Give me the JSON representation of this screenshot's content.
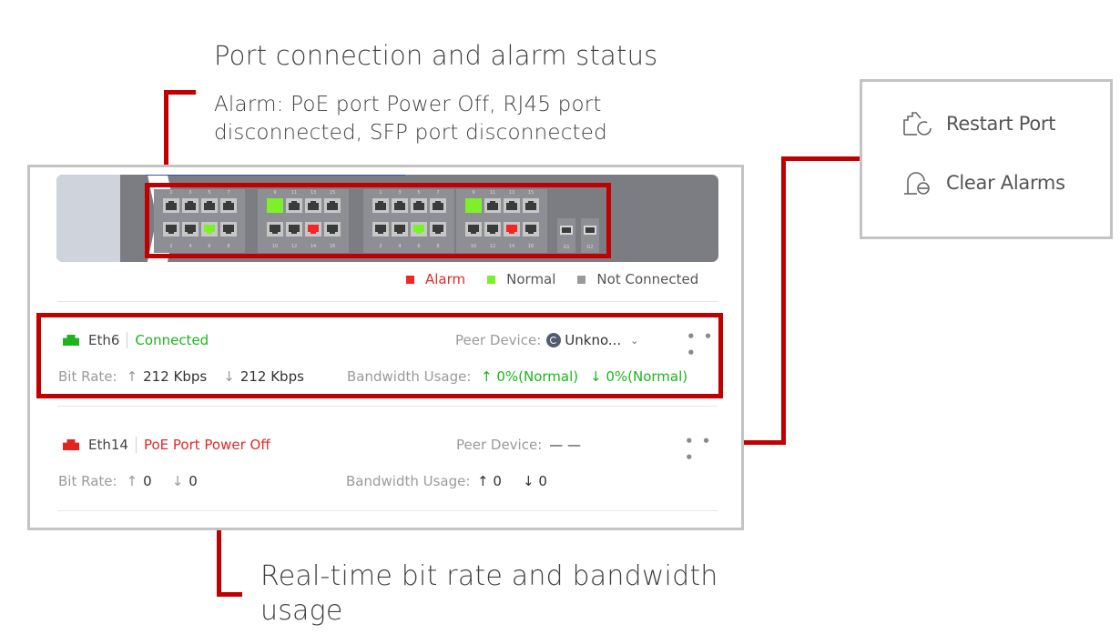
{
  "annotations": {
    "title": "Port connection and alarm status",
    "alarm_note": "Alarm: PoE port Power Off, RJ45 port disconnected, SFP port disconnected",
    "bottom_note": "Real-time bit rate and bandwidth usage"
  },
  "switch_panel": {
    "groups": [
      {
        "top_labels": [
          "1",
          "3",
          "5",
          "7"
        ],
        "bottom_labels": [
          "2",
          "4",
          "6",
          "8"
        ],
        "top_status": [
          "not_connected",
          "not_connected",
          "not_connected",
          "not_connected"
        ],
        "bottom_status": [
          "not_connected",
          "not_connected",
          "normal",
          "not_connected"
        ]
      },
      {
        "top_labels": [
          "9",
          "11",
          "13",
          "15"
        ],
        "bottom_labels": [
          "10",
          "12",
          "14",
          "16"
        ],
        "top_status": [
          "normal",
          "not_connected",
          "not_connected",
          "not_connected"
        ],
        "bottom_status": [
          "not_connected",
          "not_connected",
          "alarm",
          "not_connected"
        ]
      },
      {
        "top_labels": [
          "1",
          "3",
          "5",
          "7"
        ],
        "bottom_labels": [
          "2",
          "4",
          "6",
          "8"
        ],
        "top_status": [
          "not_connected",
          "not_connected",
          "not_connected",
          "not_connected"
        ],
        "bottom_status": [
          "not_connected",
          "not_connected",
          "normal",
          "not_connected"
        ]
      },
      {
        "top_labels": [
          "9",
          "11",
          "13",
          "15"
        ],
        "bottom_labels": [
          "10",
          "12",
          "14",
          "16"
        ],
        "top_status": [
          "normal",
          "not_connected",
          "not_connected",
          "not_connected"
        ],
        "bottom_status": [
          "not_connected",
          "not_connected",
          "alarm",
          "not_connected"
        ]
      }
    ],
    "sfp_ports": [
      {
        "label": "G1",
        "status": "not_connected"
      },
      {
        "label": "G2",
        "status": "not_connected"
      }
    ]
  },
  "legend": [
    {
      "label": "Alarm",
      "color": "#f52525",
      "text_color": "#e02a2a"
    },
    {
      "label": "Normal",
      "color": "#7ef02a",
      "text_color": "#555555"
    },
    {
      "label": "Not Connected",
      "color": "#9a9a9a",
      "text_color": "#555555"
    }
  ],
  "ports": [
    {
      "name": "Eth6",
      "status": "Connected",
      "status_color": "#1cb51c",
      "icon_color": "#1cb51c",
      "peer_label": "Peer Device:",
      "peer_value": "Unkno...",
      "more": "• • •",
      "bitrate_label": "Bit Rate:",
      "bitrate_up_arrow": "↑",
      "bitrate_up": "212 Kbps",
      "bitrate_down_arrow": "↓",
      "bitrate_down": "212 Kbps",
      "bandwidth_label": "Bandwidth Usage:",
      "bandwidth_up": "↑ 0%(Normal)",
      "bandwidth_down": "↓ 0%(Normal)"
    },
    {
      "name": "Eth14",
      "status": "PoE Port Power Off",
      "status_color": "#e02a2a",
      "icon_color": "#e52222",
      "peer_label": "Peer Device:",
      "peer_value": "— —",
      "more": "• • •",
      "bitrate_label": "Bit Rate:",
      "bitrate_up_arrow": "↑",
      "bitrate_up": "0",
      "bitrate_down_arrow": "↓",
      "bitrate_down": "0",
      "bandwidth_label": "Bandwidth Usage:",
      "bandwidth_up": "↑ 0",
      "bandwidth_down": "↓ 0"
    }
  ],
  "context_menu": {
    "items": [
      {
        "label": "Restart Port",
        "icon": "restart-port-icon"
      },
      {
        "label": "Clear Alarms",
        "icon": "clear-alarms-icon"
      }
    ]
  }
}
